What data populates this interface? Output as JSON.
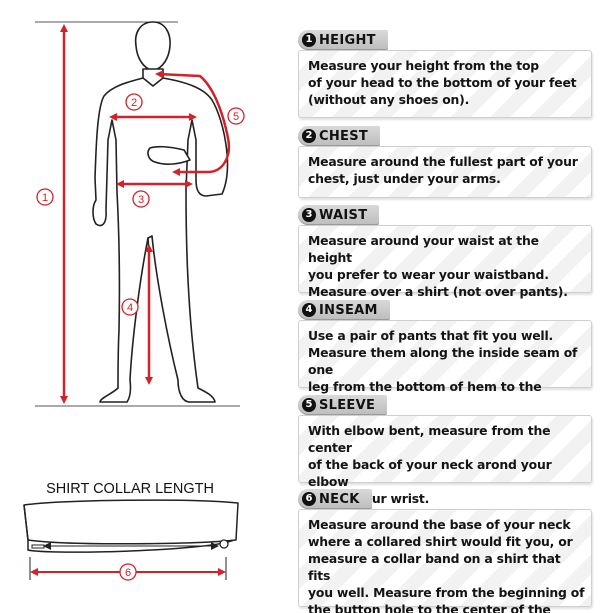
{
  "colors": {
    "accent": "#d2232a",
    "line": "#222222",
    "badge": "#111111"
  },
  "figure": {
    "markers": [
      "1",
      "2",
      "3",
      "4",
      "5",
      "6"
    ],
    "collar_title": "SHIRT COLLAR LENGTH"
  },
  "sections": [
    {
      "num": "1",
      "title": "HEIGHT",
      "lines": [
        "Measure your height from the top",
        "of your head to the bottom of your feet",
        "(without any shoes on)."
      ]
    },
    {
      "num": "2",
      "title": "CHEST",
      "lines": [
        "Measure around the fullest part of your",
        "chest, just under your arms."
      ]
    },
    {
      "num": "3",
      "title": "WAIST",
      "lines": [
        "Measure around your waist at the height",
        "you prefer to wear your waistband.",
        "Measure over a shirt (not over pants)."
      ]
    },
    {
      "num": "4",
      "title": "INSEAM",
      "lines": [
        "Use a pair of pants that fit you well.",
        "Measure them along the inside seam of one",
        "leg from the bottom of hem to the crotch."
      ]
    },
    {
      "num": "5",
      "title": "SLEEVE",
      "lines": [
        "With elbow bent, measure from the center",
        "of the back of your neck arond your elbow",
        "and to your wrist."
      ]
    },
    {
      "num": "6",
      "title": "NECK",
      "lines": [
        "Measure around the base of your neck",
        "where a collared shirt would fit you, or",
        "measure a collar band on a shirt that fits",
        "you well. Measure from the beginning of",
        "the button hole to the center of the button."
      ]
    }
  ]
}
